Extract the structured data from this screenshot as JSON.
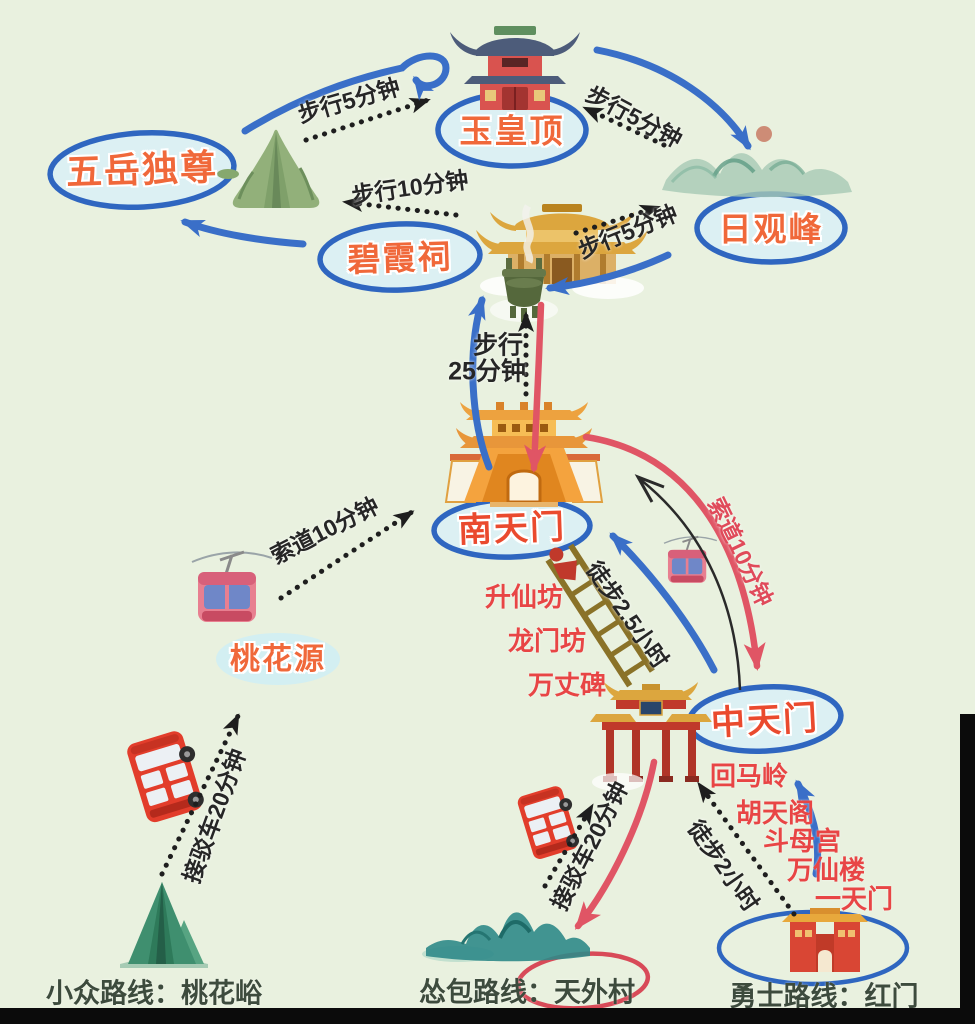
{
  "colors": {
    "background": "#e9f1df",
    "oval_ring_blue": "#2f66c0",
    "oval_fill_cyan": "#d8f0f8",
    "landmark_text_orange": "#f0683a",
    "waypoint_text_red": "#e84545",
    "route_text_black": "#262626",
    "route_line_red": "#e05565",
    "route_line_blue": "#3a6fc8",
    "bottom_text_green": "#3d4b3d"
  },
  "landmarks": {
    "wuyuedz": "五岳独尊",
    "yuhuangding": "玉皇顶",
    "riguanfeng": "日观峰",
    "bixiaci": "碧霞祠",
    "nantianmen": "南天门",
    "taohuayuan": "桃花源",
    "zhongtianmen": "中天门"
  },
  "route_labels": {
    "walk5_wuyue_to_yuhuangding": "步行5分钟",
    "walk5_yuhuangding_riguanfeng": "步行5分钟",
    "walk10_bixiaci_to_wuyue": "步行10分钟",
    "walk5_bixiaci_to_riguanfeng": "步行5分钟",
    "walk25_line1": "步行",
    "walk25_line2": "25分钟",
    "cableway10_taohuayuan": "索道10分钟",
    "cableway10_zhongtianmen": "索道10分钟",
    "hike_2_5h": "徒步2.5小时",
    "hike_2h": "徒步2小时",
    "shuttle20_taohuayu": "接驳车20分钟",
    "shuttle20_tianwaicun": "接驳车20分钟"
  },
  "waypoints": {
    "shengxianfang": "升仙坊",
    "longmenfang": "龙门坊",
    "wanzhangbei": "万丈碑",
    "huimaling": "回马岭",
    "hutiange": "胡天阁",
    "doumugong": "斗母宫",
    "wanxianlou": "万仙楼",
    "yitianmen": "一天门"
  },
  "bottom_routes": {
    "niche": "小众路线：桃花峪",
    "easy": "怂包路线：天外村",
    "warrior": "勇士路线：红门"
  }
}
